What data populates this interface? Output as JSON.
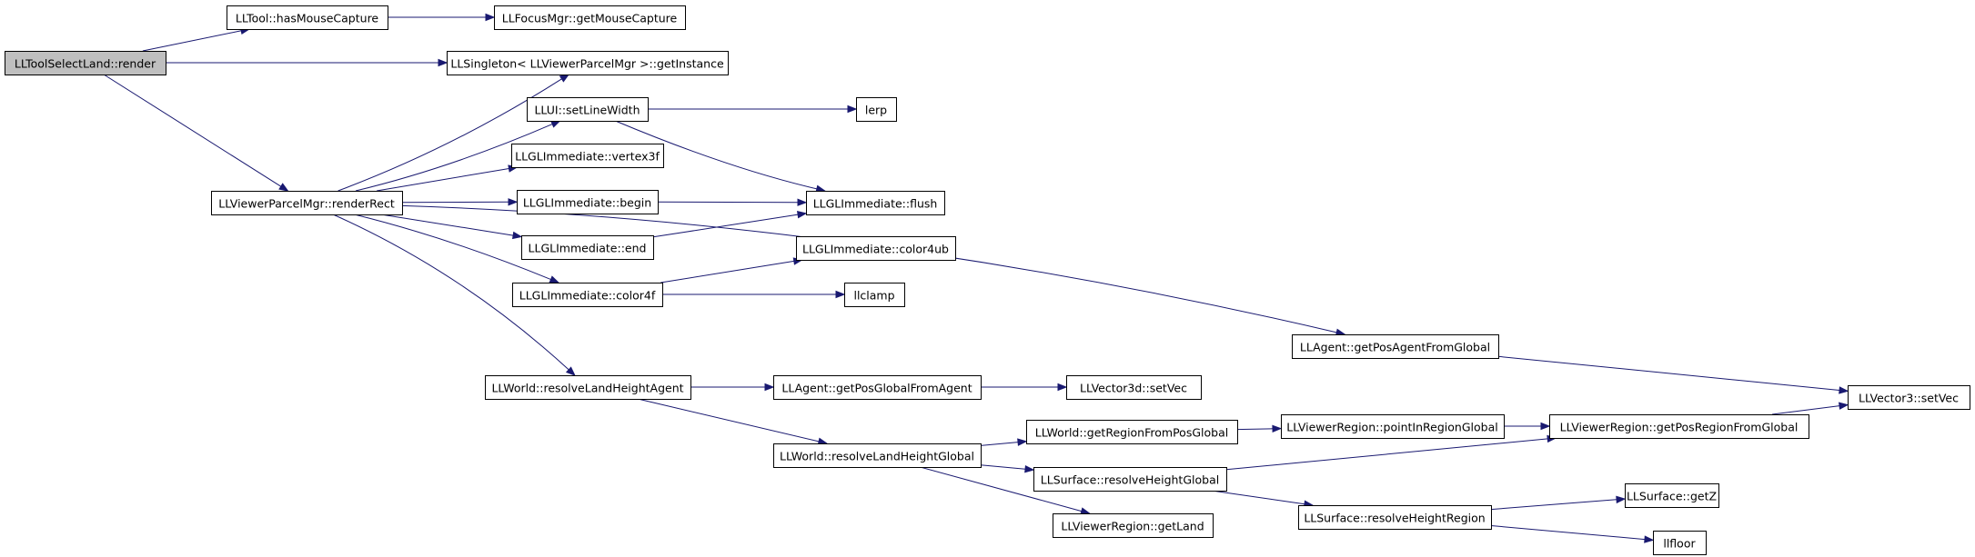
{
  "graph": {
    "nodes": [
      {
        "id": "root",
        "label": "LLToolSelectLand::render",
        "root": true
      },
      {
        "id": "hasMouseCapture",
        "label": "LLTool::hasMouseCapture"
      },
      {
        "id": "getMouseCapture",
        "label": "LLFocusMgr::getMouseCapture"
      },
      {
        "id": "getInstance",
        "label": "LLSingleton< LLViewerParcelMgr >::getInstance"
      },
      {
        "id": "renderRect",
        "label": "LLViewerParcelMgr::renderRect"
      },
      {
        "id": "setLineWidth",
        "label": "LLUI::setLineWidth"
      },
      {
        "id": "lerp",
        "label": "lerp"
      },
      {
        "id": "vertex3f",
        "label": "LLGLImmediate::vertex3f"
      },
      {
        "id": "begin",
        "label": "LLGLImmediate::begin"
      },
      {
        "id": "flush",
        "label": "LLGLImmediate::flush"
      },
      {
        "id": "end",
        "label": "LLGLImmediate::end"
      },
      {
        "id": "color4ub",
        "label": "LLGLImmediate::color4ub"
      },
      {
        "id": "color4f",
        "label": "LLGLImmediate::color4f"
      },
      {
        "id": "llclamp",
        "label": "llclamp"
      },
      {
        "id": "getPosAgentFromGlobal",
        "label": "LLAgent::getPosAgentFromGlobal"
      },
      {
        "id": "resolveLandHeightAgent",
        "label": "LLWorld::resolveLandHeightAgent"
      },
      {
        "id": "getPosGlobalFromAgent",
        "label": "LLAgent::getPosGlobalFromAgent"
      },
      {
        "id": "setVec3d",
        "label": "LLVector3d::setVec"
      },
      {
        "id": "setVec3",
        "label": "LLVector3::setVec"
      },
      {
        "id": "resolveLandHeightGlobal",
        "label": "LLWorld::resolveLandHeightGlobal"
      },
      {
        "id": "getRegionFromPosGlobal",
        "label": "LLWorld::getRegionFromPosGlobal"
      },
      {
        "id": "pointInRegionGlobal",
        "label": "LLViewerRegion::pointInRegionGlobal"
      },
      {
        "id": "getPosRegionFromGlobal",
        "label": "LLViewerRegion::getPosRegionFromGlobal"
      },
      {
        "id": "resolveHeightGlobal",
        "label": "LLSurface::resolveHeightGlobal"
      },
      {
        "id": "getLand",
        "label": "LLViewerRegion::getLand"
      },
      {
        "id": "resolveHeightRegion",
        "label": "LLSurface::resolveHeightRegion"
      },
      {
        "id": "getZ",
        "label": "LLSurface::getZ"
      },
      {
        "id": "llfloor",
        "label": "llfloor"
      }
    ],
    "edges": [
      [
        "root",
        "hasMouseCapture"
      ],
      [
        "hasMouseCapture",
        "getMouseCapture"
      ],
      [
        "root",
        "getInstance"
      ],
      [
        "root",
        "renderRect"
      ],
      [
        "renderRect",
        "getInstance"
      ],
      [
        "renderRect",
        "setLineWidth"
      ],
      [
        "setLineWidth",
        "lerp"
      ],
      [
        "setLineWidth",
        "flush"
      ],
      [
        "renderRect",
        "vertex3f"
      ],
      [
        "renderRect",
        "begin"
      ],
      [
        "begin",
        "flush"
      ],
      [
        "renderRect",
        "end"
      ],
      [
        "end",
        "flush"
      ],
      [
        "renderRect",
        "color4f"
      ],
      [
        "color4f",
        "color4ub"
      ],
      [
        "color4f",
        "llclamp"
      ],
      [
        "renderRect",
        "getPosAgentFromGlobal"
      ],
      [
        "getPosAgentFromGlobal",
        "setVec3"
      ],
      [
        "renderRect",
        "resolveLandHeightAgent"
      ],
      [
        "resolveLandHeightAgent",
        "getPosGlobalFromAgent"
      ],
      [
        "getPosGlobalFromAgent",
        "setVec3d"
      ],
      [
        "resolveLandHeightAgent",
        "resolveLandHeightGlobal"
      ],
      [
        "resolveLandHeightGlobal",
        "getRegionFromPosGlobal"
      ],
      [
        "getRegionFromPosGlobal",
        "pointInRegionGlobal"
      ],
      [
        "pointInRegionGlobal",
        "getPosRegionFromGlobal"
      ],
      [
        "getPosRegionFromGlobal",
        "setVec3"
      ],
      [
        "resolveLandHeightGlobal",
        "resolveHeightGlobal"
      ],
      [
        "resolveHeightGlobal",
        "getPosRegionFromGlobal"
      ],
      [
        "resolveHeightGlobal",
        "resolveHeightRegion"
      ],
      [
        "resolveLandHeightGlobal",
        "getLand"
      ],
      [
        "resolveHeightRegion",
        "getZ"
      ],
      [
        "resolveHeightRegion",
        "llfloor"
      ]
    ]
  },
  "colors": {
    "edge": "#191970",
    "node_border": "#000000",
    "root_fill": "#bfbfbf",
    "node_fill": "#ffffff"
  }
}
